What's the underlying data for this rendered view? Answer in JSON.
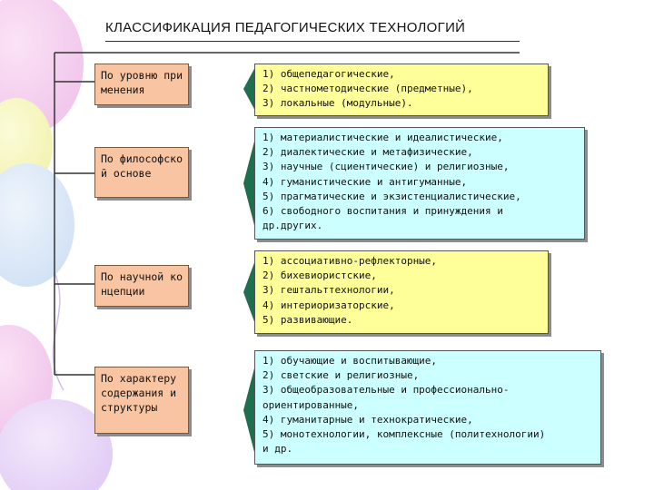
{
  "title": "КЛАССИФИКАЦИЯ ПЕДАГОГИЧЕСКИХ ТЕХНОЛОГИЙ",
  "colors": {
    "category_fill": "#f8c4a2",
    "yellow_box": "#ffff99",
    "cyan_box": "#ccffff",
    "arrow_green": "#1f6f4f"
  },
  "categories": [
    {
      "label": "По уровню применения",
      "items": [
        "1) общепедагогические,",
        "2) частнометодические (предметные),",
        "3) локальные (модульные)."
      ]
    },
    {
      "label": "По философской основе",
      "items": [
        "1) материалистические и идеалистические,",
        "2) диалектические и метафизические,",
        "3) научные (сциентические) и религиозные,",
        "4) гуманистические и антигуманные,",
        "5) прагматические и экзистенциалистические,",
        "6) свободного воспитания и принуждения и",
        "др.других."
      ]
    },
    {
      "label": "По научной концепции",
      "items": [
        "1) ассоциативно-рефлекторные,",
        "2) бихевиористские,",
        "3) гештальттехнологии,",
        "4) интериоризаторские,",
        "5) развивающие."
      ]
    },
    {
      "label": "По характеру содержания и структуры",
      "items": [
        "1) обучающие и воспитывающие,",
        "2) светские и религиозные,",
        "3) общеобразовательные и профессионально-",
        "ориентированные,",
        "4) гуманитарные и технократические,",
        "5) монотехнологии, комплексные (политехнологии)",
        "и др."
      ]
    }
  ]
}
